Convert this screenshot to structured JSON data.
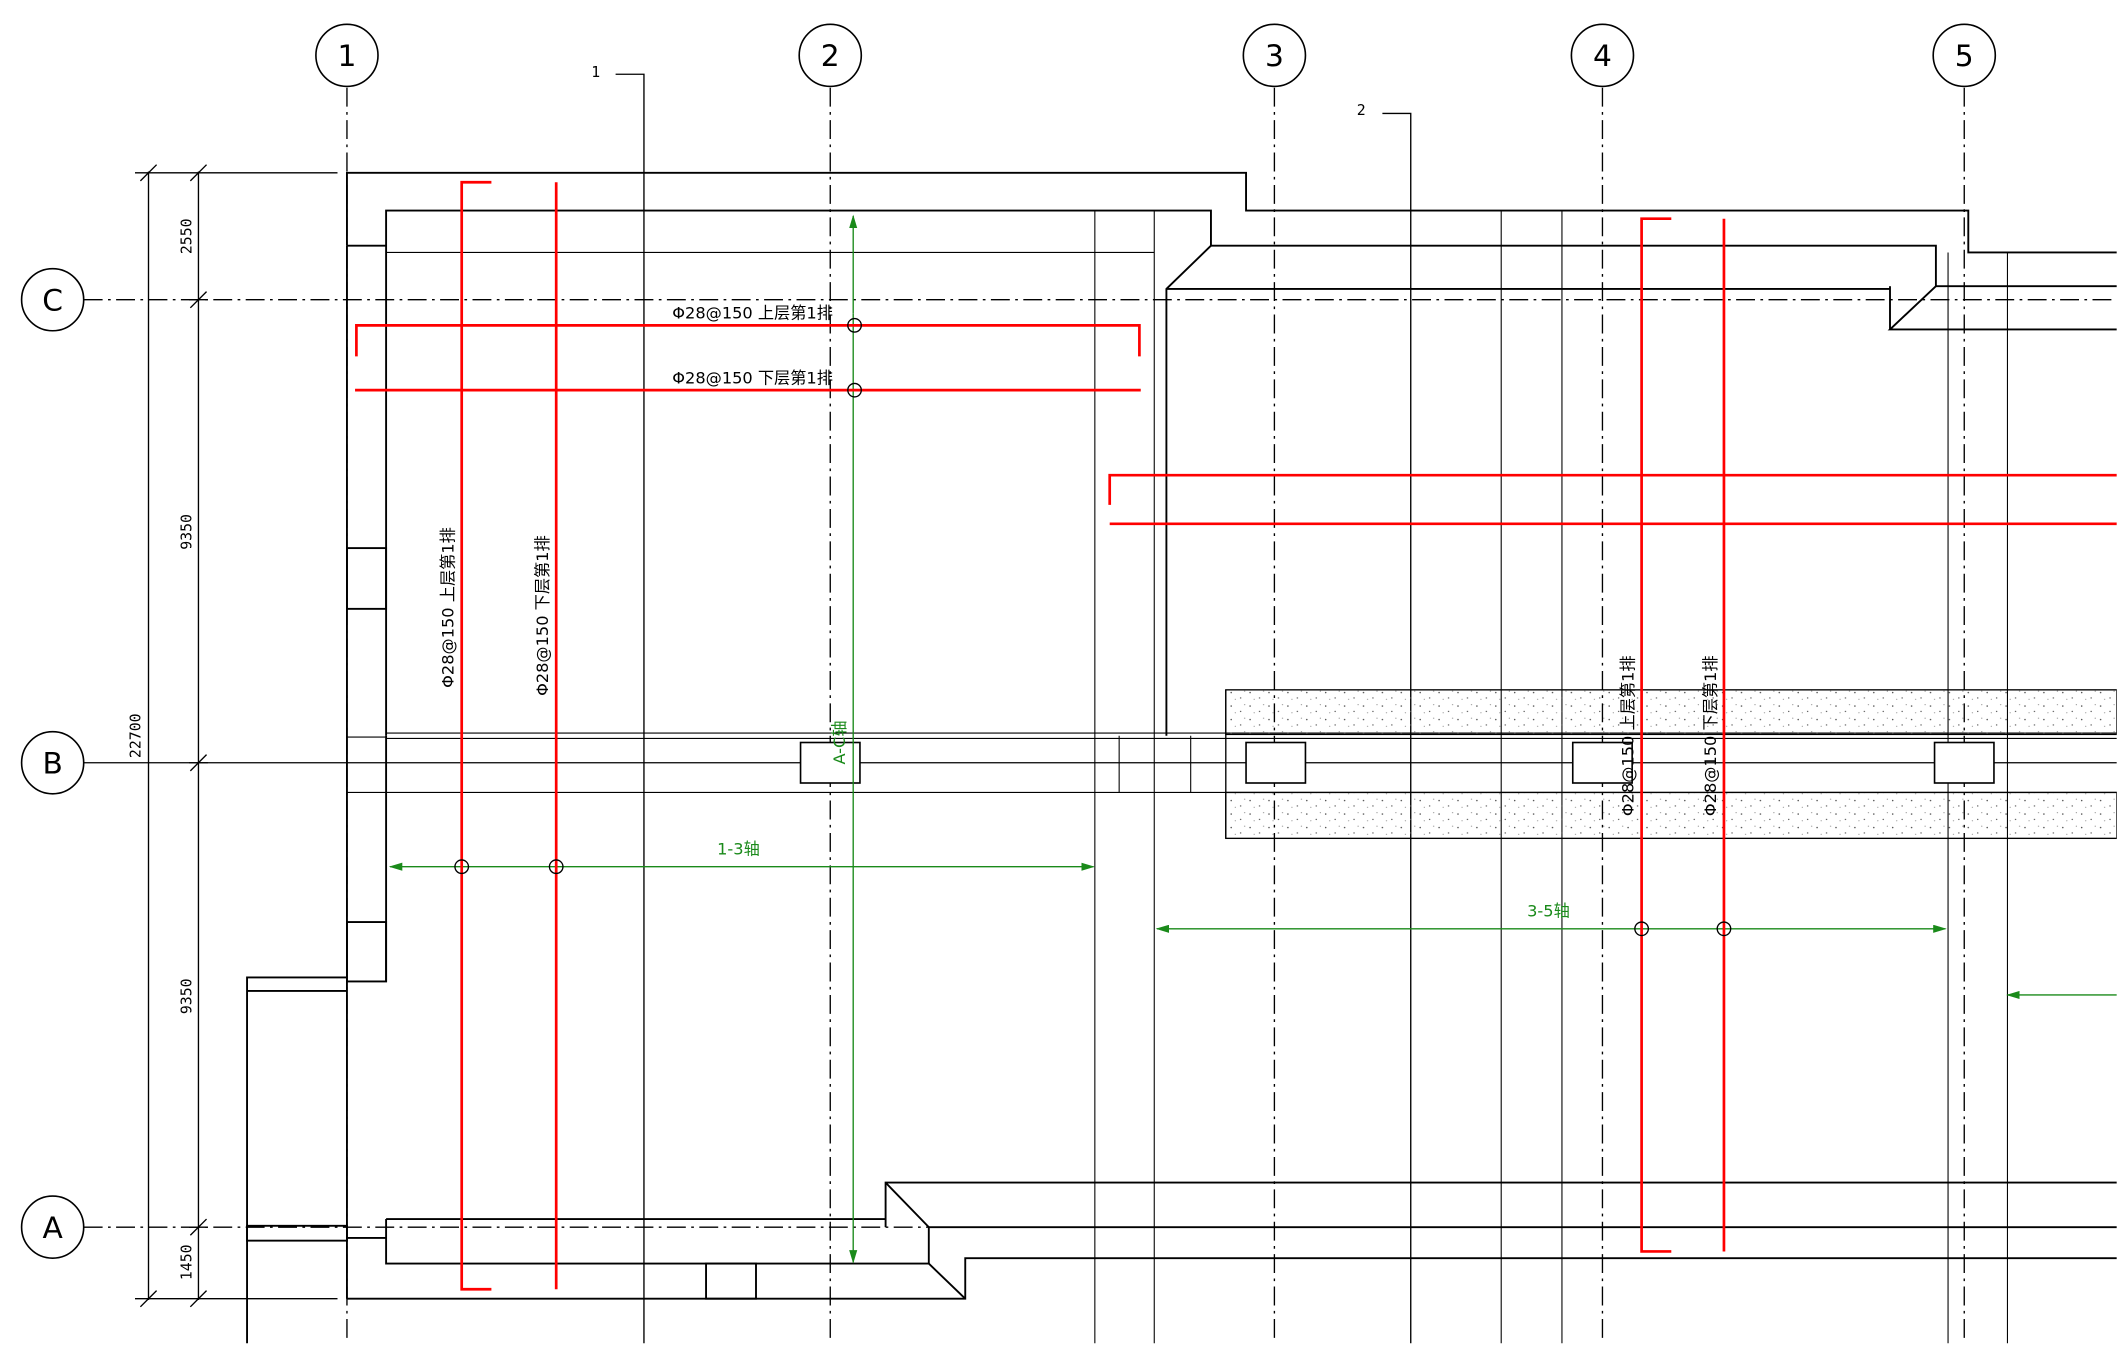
{
  "axes": {
    "vertical": [
      "1",
      "2",
      "3",
      "4",
      "5"
    ],
    "horizontal": [
      "C",
      "B",
      "A"
    ]
  },
  "dimensions": {
    "top": "2550",
    "upper": "9350",
    "lower": "9350",
    "bottom": "1450",
    "total": "22700"
  },
  "section_marks": {
    "first": "1",
    "second": "2"
  },
  "rebar_labels": {
    "upper_h": "Φ28@150 上层第1排",
    "lower_h": "Φ28@150 下层第1排",
    "upper_v_left": "Φ28@150 上层第1排",
    "lower_v_left": "Φ28@150 下层第1排",
    "upper_v_right": "Φ28@150 上层第1排",
    "lower_v_right": "Φ28@150 下层第1排"
  },
  "ranges": {
    "r13": "1-3轴",
    "r35": "3-5轴",
    "rAC": "A-C轴"
  },
  "colors": {
    "rebar": "#ff0000",
    "dimension": "#1a8a1a",
    "line": "#000000"
  }
}
